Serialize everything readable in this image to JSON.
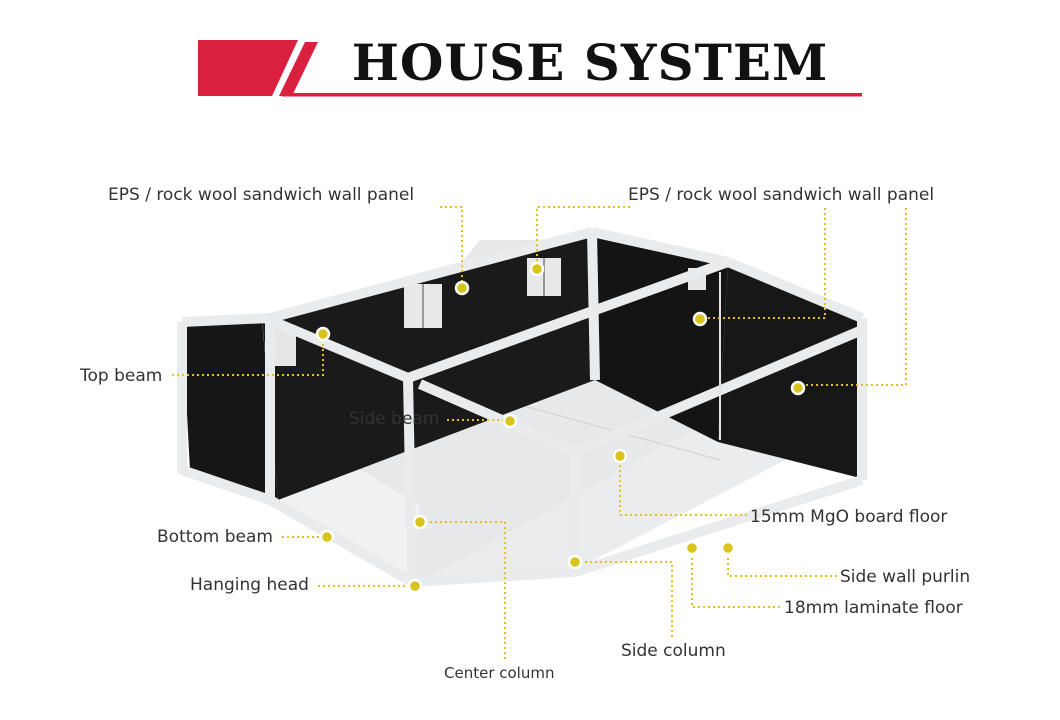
{
  "title": "HOUSE SYSTEM",
  "colors": {
    "accent": "#d9213f",
    "leader": "#e3c31b",
    "dot": "#d8c41a",
    "panel": "#161616",
    "frame": "#e9ebed",
    "floor": "#e7e8ea"
  },
  "labels": {
    "wall_panel_left": "EPS / rock wool sandwich wall panel",
    "wall_panel_right": "EPS / rock wool sandwich wall panel",
    "top_beam": "Top beam",
    "side_beam": "Side beam",
    "bottom_beam": "Bottom beam",
    "hanging_head": "Hanging head",
    "center_column": "Center column",
    "side_column": "Side column",
    "mgo_floor": "15mm MgO board floor",
    "side_wall_purlin": "Side wall purlin",
    "laminate_floor": "18mm laminate floor"
  }
}
